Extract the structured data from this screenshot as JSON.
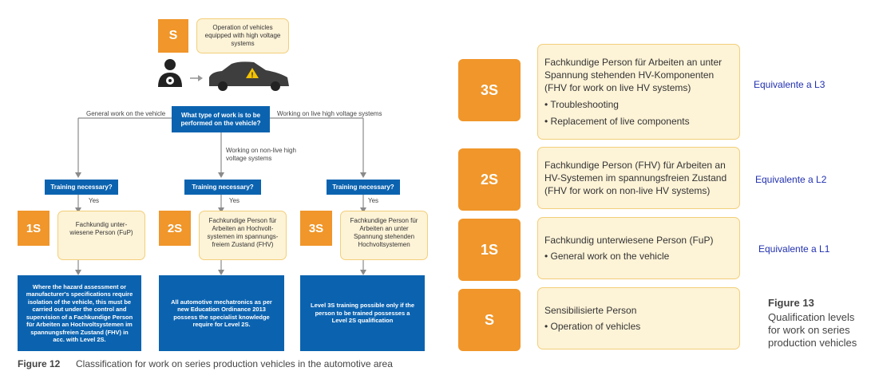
{
  "left": {
    "s_badge": "S",
    "operation_note": "Operation of vehicles equipped with high voltage systems",
    "question": "What type of work is to be performed on the vehicle?",
    "branch_general": "General work on the vehicle",
    "branch_live": "Working on live high voltage systems",
    "branch_nonlive": "Working on non-live high voltage systems",
    "training_label": "Training necessary?",
    "yes_label": "Yes",
    "levels": [
      {
        "badge": "1S",
        "desc": "Fachkundig unter-wiesene Person (FuP)",
        "note": "Where the hazard assessment or manufacturer's specifications require isolation of the vehicle, this must be carried out under the control and supervision of a Fachkundige Person für Arbeiten an Hochvoltsystemen im spannungsfreien Zustand (FHV) in acc. with Level 2S."
      },
      {
        "badge": "2S",
        "desc": "Fachkundige Person für Arbeiten an Hochvolt-systemen im spannungs-freiem Zustand (FHV)",
        "note": "All automotive mechatronics as per new Education Ordinance 2013 possess the specialist knowledge require for Level 2S."
      },
      {
        "badge": "3S",
        "desc": "Fachkundige Person für Arbeiten an unter Spannung stehenden Hochvoltsystemen",
        "note": "Level 3S training possible only if the person to be trained possesses a Level 2S qualification"
      }
    ],
    "caption_label": "Figure 12",
    "caption_text": "Classification for work on series production vehicles in the automotive area"
  },
  "right": {
    "levels": [
      {
        "badge": "3S",
        "title": "Fachkundige Person für Arbeiten an unter Spannung stehenden HV-Komponenten (FHV for work on live HV systems)",
        "bullets": [
          "Troubleshooting",
          "Replacement of live components"
        ],
        "equiv": "Equivalente a L3"
      },
      {
        "badge": "2S",
        "title": "Fachkundige Person (FHV) für Arbeiten an HV-Systemen im spannungsfreien Zustand (FHV for work on non-live HV systems)",
        "bullets": [],
        "equiv": "Equivalente a L2"
      },
      {
        "badge": "1S",
        "title": "Fachkundig unterwiesene Person (FuP)",
        "bullets": [
          "General work on the vehicle"
        ],
        "equiv": "Equivalente a L1"
      },
      {
        "badge": "S",
        "title": "Sensibilisierte Person",
        "bullets": [
          "Operation of vehicles"
        ],
        "equiv": ""
      }
    ],
    "caption_label": "Figure 13",
    "caption_text": "Qualification levels for work on series production vehicles"
  },
  "colors": {
    "orange": "#f0962a",
    "blue": "#0b63b0",
    "cream": "#fdf3d7",
    "equiv": "#2130b0"
  }
}
